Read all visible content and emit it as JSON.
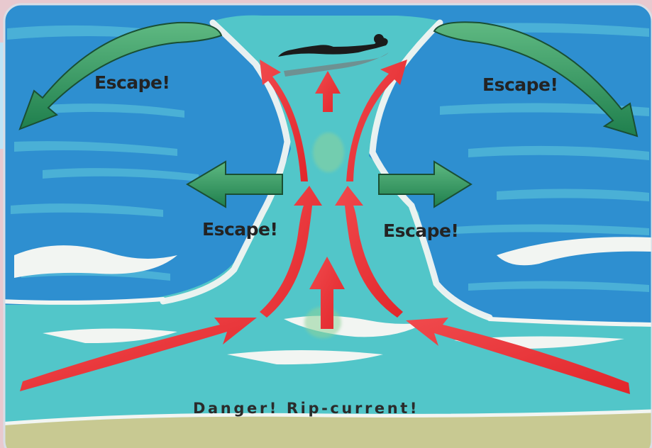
{
  "labels": {
    "escape_top_left": "Escape!",
    "escape_top_right": "Escape!",
    "escape_mid_left": "Escape!",
    "escape_mid_right": "Escape!",
    "danger": "Danger! Rip-current!"
  },
  "colors": {
    "page_background": "#e8c9cf",
    "frame_border": "#d9dee6",
    "deep_water": "#2e8fd0",
    "shallow_water": "#52c6c9",
    "foam": "#f2f5f2",
    "sand": "#c8c992",
    "danger_arrow": "#ee3338",
    "escape_arrow": "#1f8a57",
    "swimmer": "#1b1b1b"
  },
  "icons": [
    "swimmer-icon",
    "rip-current-arrow-icon",
    "escape-arrow-icon"
  ]
}
